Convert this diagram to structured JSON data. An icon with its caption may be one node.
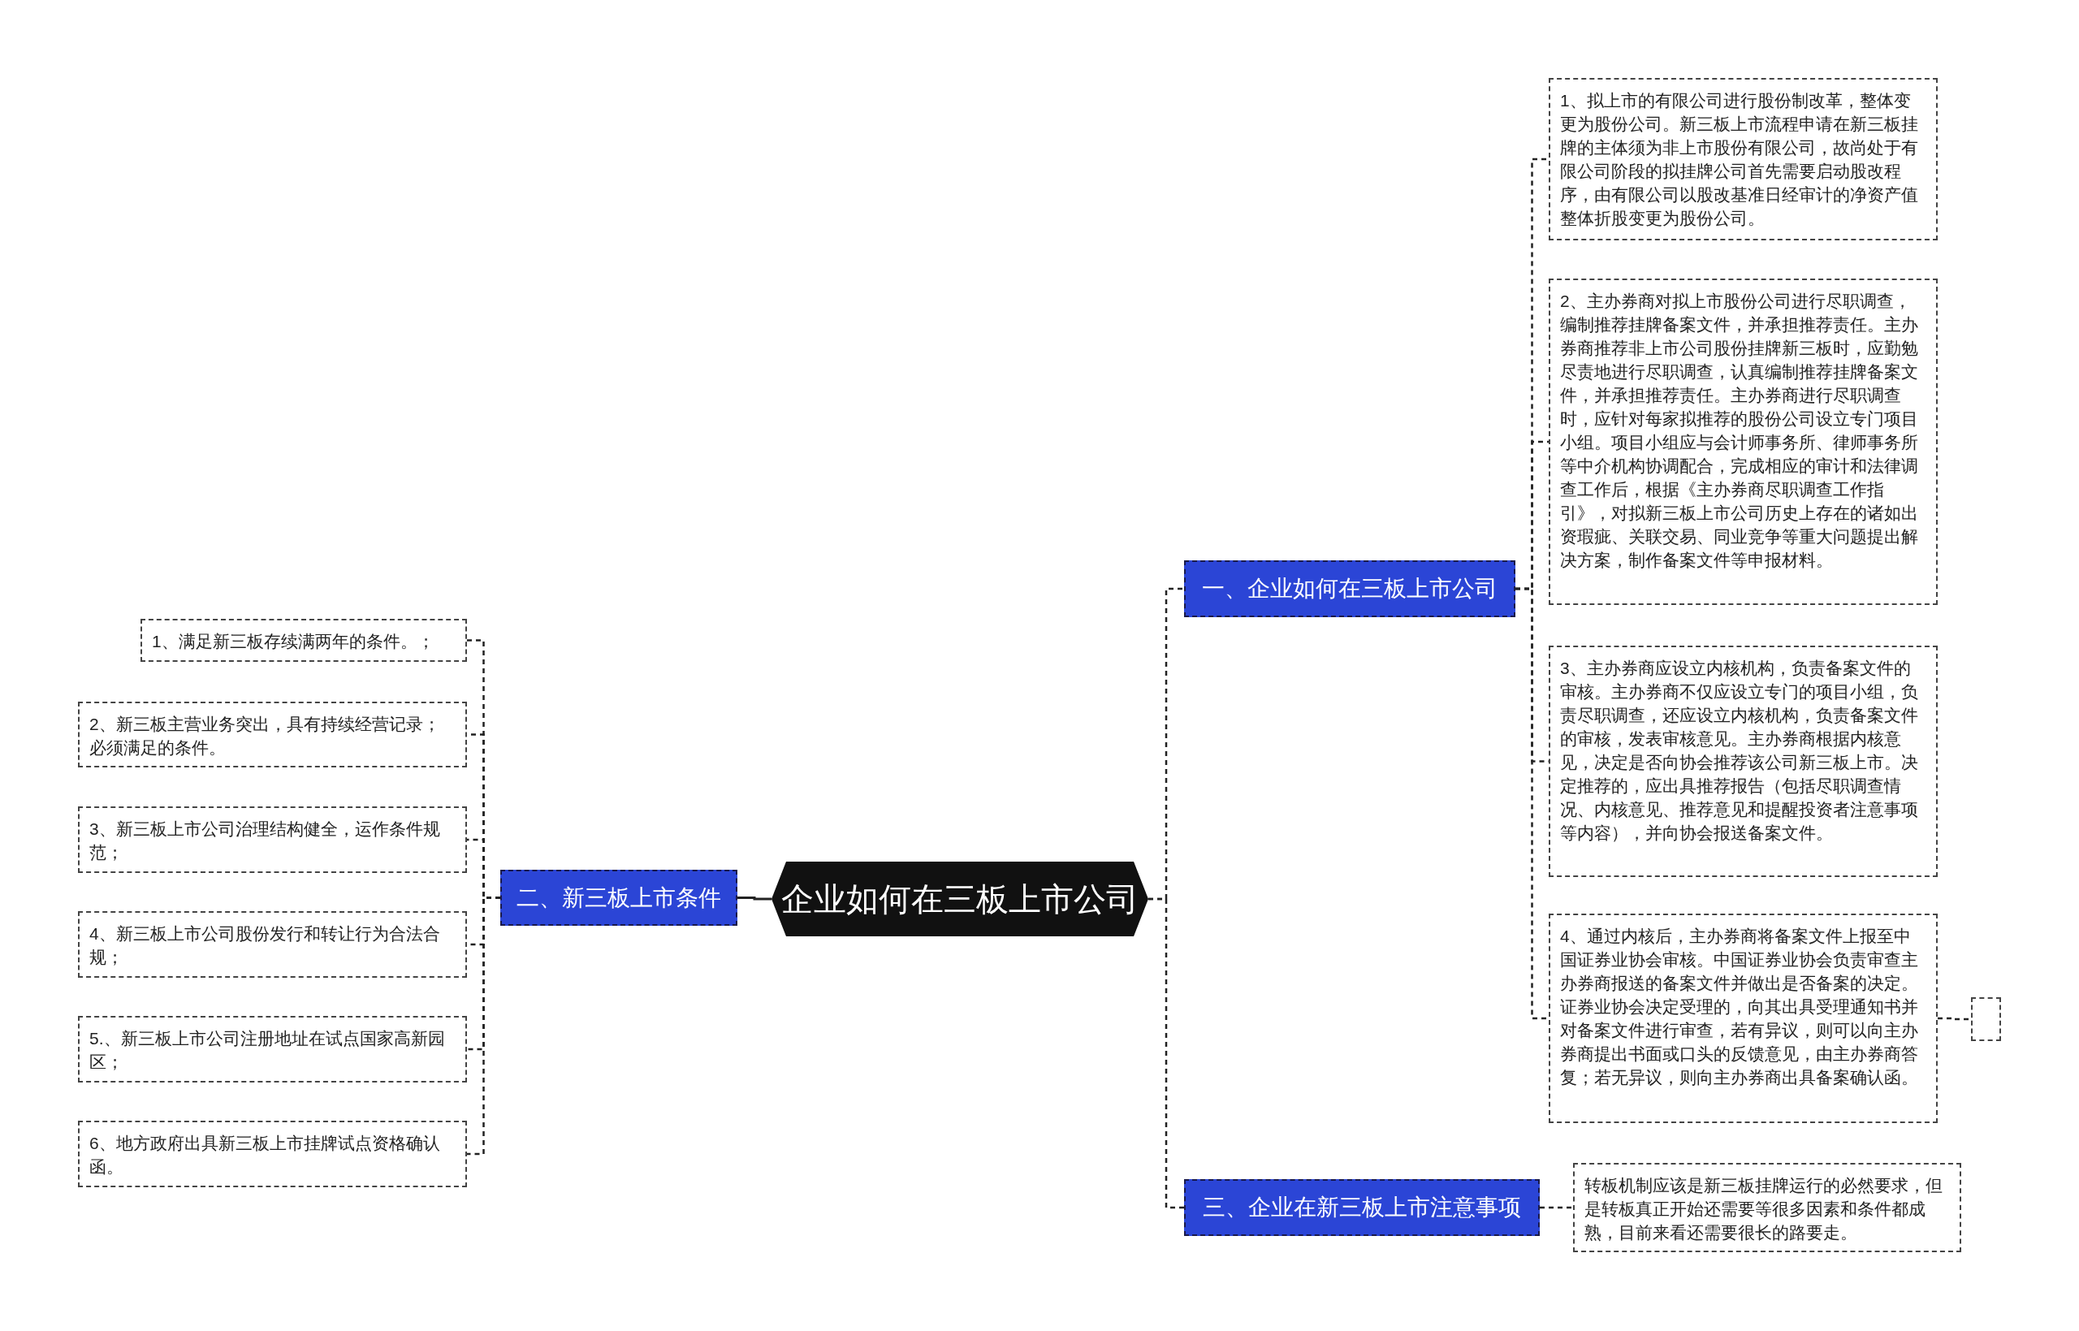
{
  "diagram": {
    "nodes": [
      {
        "text": [
          "企业如何在三板上市公司"
        ]
      },
      {
        "text": [
          "一、企业如何在三板上市公司"
        ]
      },
      {
        "text": [
          "1、拟上市的有限公司进行股份制改革，整体变更为股份公司。新三板上市流程申请在新三板挂牌的主体须为非上市股份有限公司，故尚处于有限公司阶段的拟挂牌公司首先需要启动股改程序，由有限公司以股改基准日经审计的净资产值整体折股变更为股份公司。"
        ]
      },
      {
        "text": [
          "2、主办券商对拟上市股份公司进行尽职调查，编制推荐挂牌备案文件，并承担推荐责任。主办券商推荐非上市公司股份挂牌新三板时，应勤勉尽责地进行尽职调查，认真编制推荐挂牌备案文件，并承担推荐责任。主办券商进行尽职调查时，应针对每家拟推荐的股份公司设立专门项目小组。项目小组应与会计师事务所、律师事务所等中介机构协调配合，完成相应的审计和法律调查工作后，根据《主办券商尽职调查工作指引》，对拟新三板上市公司历史上存在的诸如出资瑕疵、关联交易、同业竞争等重大问题提出解决方案，制作备案文件等申报材料。"
        ]
      },
      {
        "text": [
          "3、主办券商应设立内核机构，负责备案文件的审核。主办券商不仅应设立专门的项目小组，负责尽职调查，还应设立内核机构，负责备案文件的审核，发表审核意见。主办券商根据内核意见，决定是否向协会推荐该公司新三板上市。决定推荐的，应出具推荐报告（包括尽职调查情况、内核意见、推荐意见和提醒投资者注意事项等内容），并向协会报送备案文件。"
        ]
      },
      {
        "text": [
          "4、通过内核后，主办券商将备案文件上报至中国证券业协会审核。中国证券业协会负责审查主办券商报送的备案文件并做出是否备案的决定。证券业协会决定受理的，向其出具受理通知书并对备案文件进行审查，若有异议，则可以向主办券商提出书面或口头的反馈意见，由主办券商答复；若无异议，则向主办券商出具备案确认函。"
        ]
      },
      {
        "text": [],
        "shape": "box"
      },
      {
        "text": [
          "二、新三板上市条件"
        ]
      },
      {
        "text": [
          "1、满足新三板存续满两年的条件。；"
        ]
      },
      {
        "text": [
          "2、新三板主营业务突出，具有持续经营记录；必须满足的条件。"
        ]
      },
      {
        "text": [
          "3、新三板上市公司治理结构健全，运作条件规范；"
        ]
      },
      {
        "text": [
          "4、新三板上市公司股份发行和转让行为合法合规；"
        ]
      },
      {
        "text": [
          "5.、新三板上市公司注册地址在试点国家高新园区；"
        ]
      },
      {
        "text": [
          "6、地方政府出具新三板上市挂牌试点资格确认函。"
        ]
      },
      {
        "text": [
          "三、企业在新三板上市注意事项"
        ]
      },
      {
        "text": [
          "转板机制应该是新三板挂牌运行的必然要求，但是转板真正开始还需要等很多因素和条件都成熟，目前来看还需要很长的路要走。"
        ]
      }
    ],
    "edges": [
      {
        "from": 0,
        "to": 1,
        "arrow": "none",
        "style": "dashed"
      },
      {
        "from": 0,
        "to": 7,
        "arrow": "none"
      },
      {
        "from": 0,
        "to": 14,
        "arrow": "none",
        "style": "dashed"
      },
      {
        "from": 1,
        "to": 2,
        "arrow": "none",
        "style": "dashed"
      },
      {
        "from": 1,
        "to": 3,
        "arrow": "none",
        "style": "dashed"
      },
      {
        "from": 1,
        "to": 4,
        "arrow": "none",
        "style": "dashed"
      },
      {
        "from": 1,
        "to": 5,
        "arrow": "none",
        "style": "dashed"
      },
      {
        "from": 5,
        "to": 6,
        "arrow": "none",
        "style": "dashed"
      },
      {
        "from": 7,
        "to": 8,
        "arrow": "none",
        "style": "dashed"
      },
      {
        "from": 7,
        "to": 9,
        "arrow": "none",
        "style": "dashed"
      },
      {
        "from": 7,
        "to": 10,
        "arrow": "none",
        "style": "dashed"
      },
      {
        "from": 7,
        "to": 11,
        "arrow": "none",
        "style": "dashed"
      },
      {
        "from": 7,
        "to": 12,
        "arrow": "none",
        "style": "dashed"
      },
      {
        "from": 7,
        "to": 13,
        "arrow": "none",
        "style": "dashed"
      },
      {
        "from": 14,
        "to": 15,
        "arrow": "none",
        "style": "dashed"
      }
    ]
  }
}
